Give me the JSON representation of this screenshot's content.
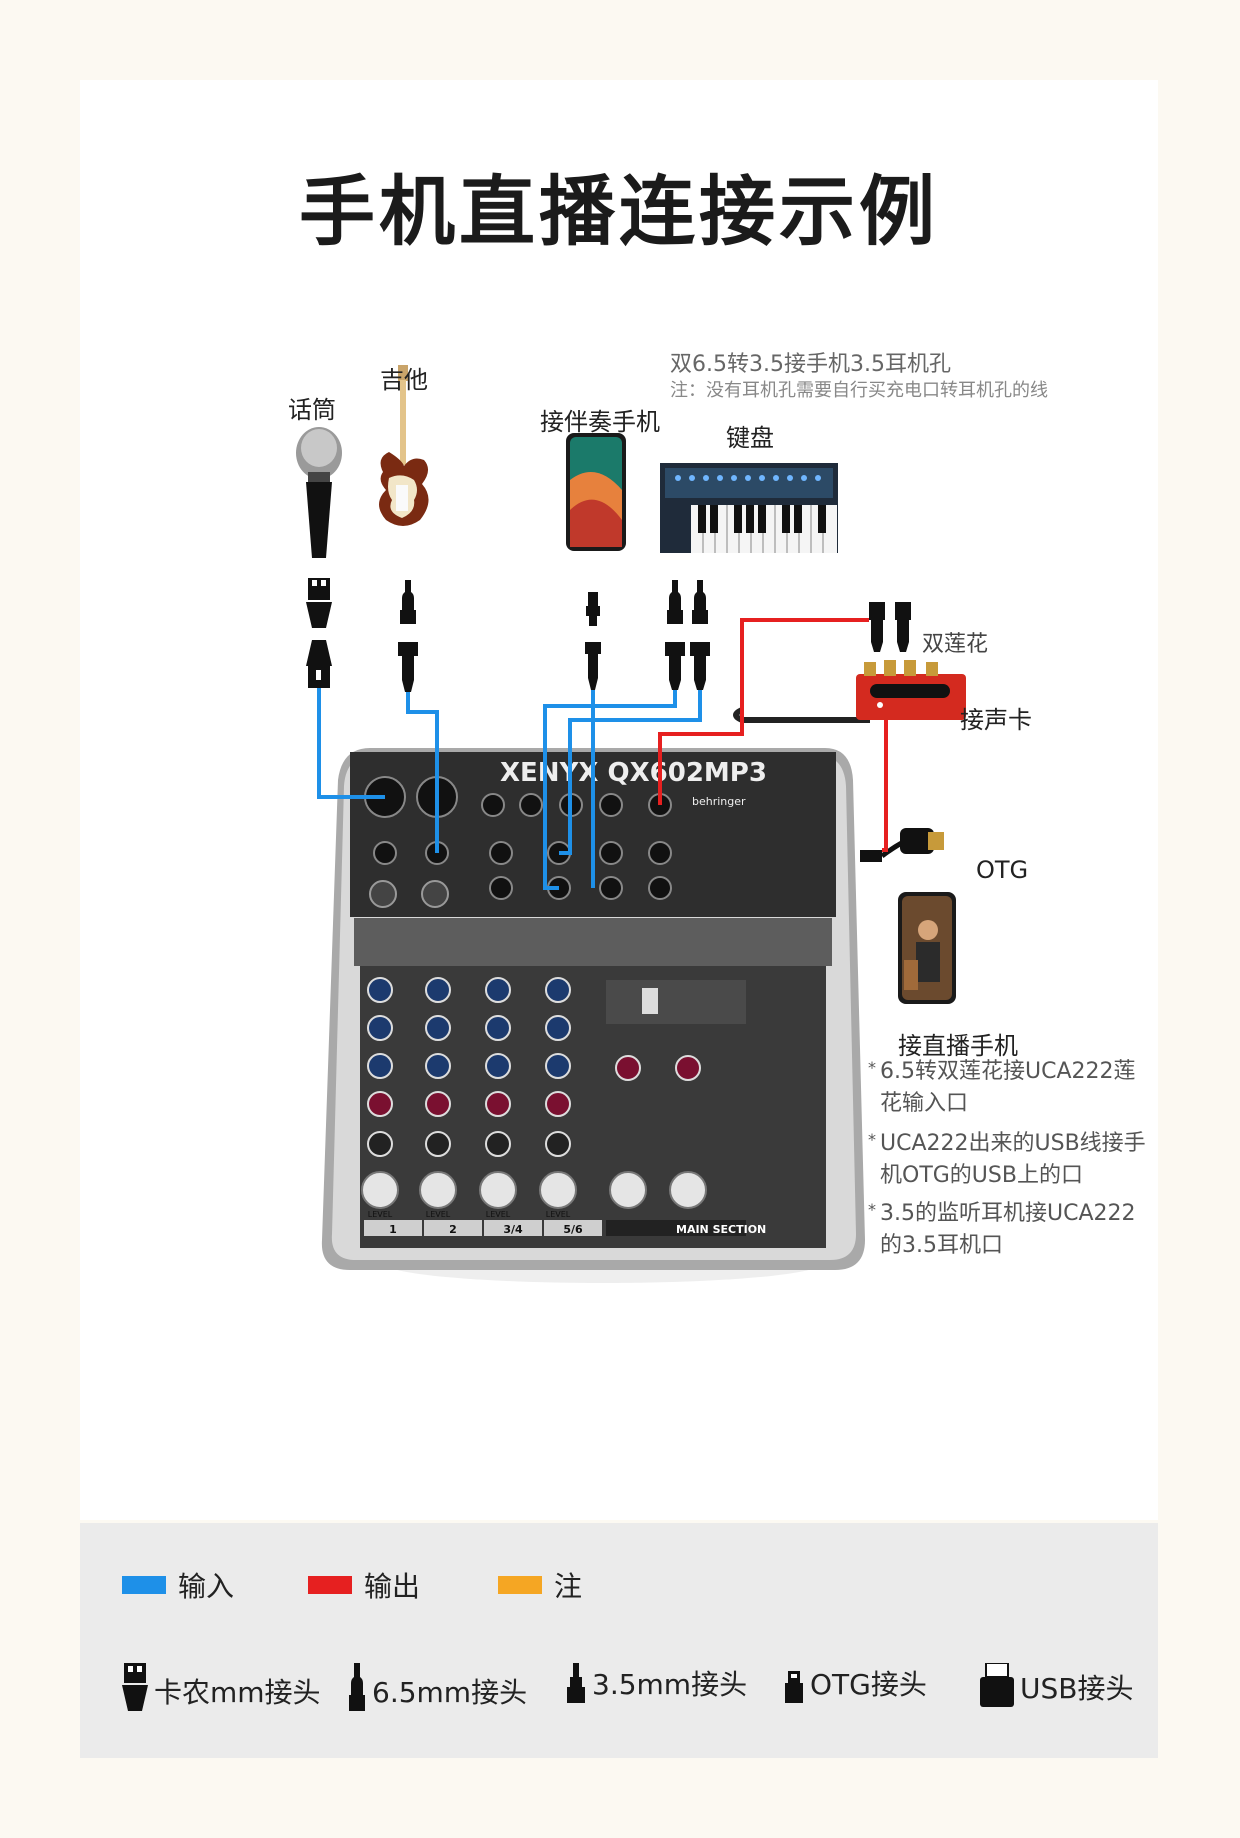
{
  "title": "手机直播连接示例",
  "devices": {
    "mic": "话筒",
    "guitar": "吉他",
    "phone_accomp": "接伴奏手机",
    "keyboard": "键盘",
    "dual_rca": "双莲花",
    "sound_card": "接声卡",
    "otg": "OTG",
    "live_phone": "接直播手机"
  },
  "header_note": {
    "line1": "双6.5转3.5接手机3.5耳机孔",
    "line2": "注：没有耳机孔需要自行买充电口转耳机孔的线"
  },
  "mixer": {
    "model": "XENYX QX602MP3",
    "brand": "behringer",
    "section_label": "MAIN SECTION",
    "channels": [
      "1",
      "2",
      "3/4",
      "5/6"
    ],
    "level_label": "LEVEL"
  },
  "notes": [
    "6.5转双莲花接UCA222莲花输入口",
    "UCA222出来的USB线接手机OTG的USB上的口",
    "3.5的监听耳机接UCA222的3.5耳机口"
  ],
  "legend": {
    "colors": [
      {
        "label": "输入",
        "color": "#1e90e8"
      },
      {
        "label": "输出",
        "color": "#e62020"
      },
      {
        "label": "注",
        "color": "#f5a623"
      }
    ],
    "connectors": [
      {
        "label": "卡农mm接头",
        "icon": "xlr-plug-icon"
      },
      {
        "label": "6.5mm接头",
        "icon": "jack-6-5-icon"
      },
      {
        "label": "3.5mm接头",
        "icon": "jack-3-5-icon"
      },
      {
        "label": "OTG接头",
        "icon": "otg-plug-icon"
      },
      {
        "label": "USB接头",
        "icon": "usb-plug-icon"
      }
    ]
  }
}
